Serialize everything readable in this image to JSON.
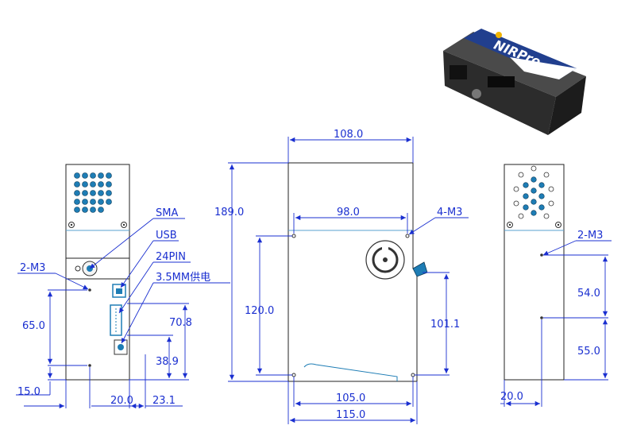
{
  "colors": {
    "dimension": "#1a2fd0",
    "outline": "#222222",
    "accent": "#1e7db5",
    "brand_band": "#213f8e"
  },
  "product": {
    "brand_text": "NIRPro"
  },
  "left_view": {
    "connectors": [
      "SMA",
      "USB",
      "24PIN",
      "3.5MM供电"
    ],
    "hole_label": "2-M3",
    "dims": {
      "d65": "65.0",
      "d15": "15.0",
      "d20": "20.0",
      "d231": "23.1",
      "d708": "70.8",
      "d389": "38.9"
    }
  },
  "front_view": {
    "hole_label": "4-M3",
    "dims": {
      "width_top": "108.0",
      "height": "189.0",
      "hole_span": "98.0",
      "hole_vertical": "120.0",
      "side": "101.1",
      "bottom_inner": "105.0",
      "bottom_outer": "115.0"
    }
  },
  "right_view": {
    "hole_label": "2-M3",
    "dims": {
      "d54": "54.0",
      "d55": "55.0",
      "d20": "20.0"
    }
  }
}
